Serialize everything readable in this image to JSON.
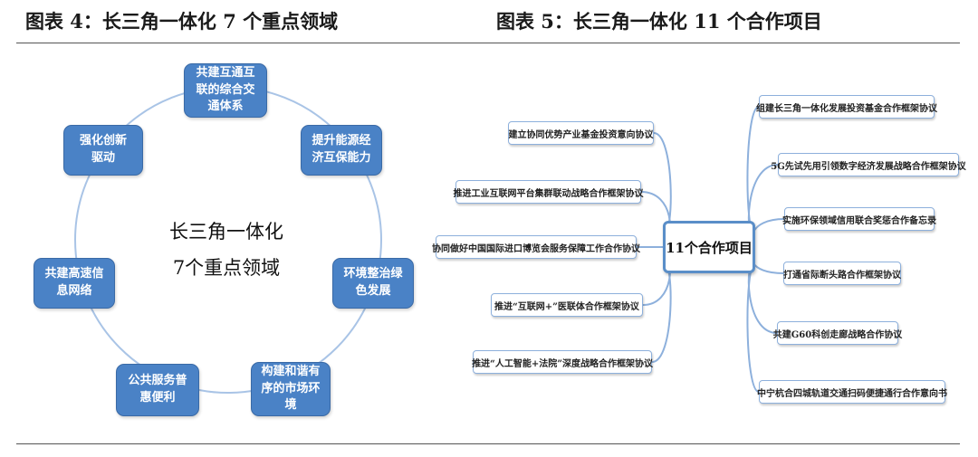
{
  "left_figure": {
    "title": "图表 4：长三角一体化 7 个重点领域",
    "center": [
      "长三角一体化",
      "7个重点领域"
    ],
    "areas": [
      [
        "共建互通互",
        "联的综合交",
        "通体系"
      ],
      [
        "提升能源经",
        "济互保能力"
      ],
      [
        "环境整治绿",
        "色发展"
      ],
      [
        "构建和谐有",
        "序的市场环",
        "境"
      ],
      [
        "公共服务普",
        "惠便利"
      ],
      [
        "共建高速信",
        "息网络"
      ],
      [
        "强化创新",
        "驱动"
      ]
    ]
  },
  "right_figure": {
    "title": "图表 5：长三角一体化 11 个合作项目",
    "hub": "11个合作项目",
    "left_items": [
      "建立协同优势产业基金投资意向协议",
      "推进工业互联网平台集群联动战略合作框架协议",
      "协同做好中国国际进口博览会服务保障工作合作协议",
      "推进“互联网+”医联体合作框架协议",
      "推进“人工智能+法院”深度战略合作框架协议"
    ],
    "right_items": [
      "组建长三角一体化发展投资基金合作框架协议",
      "5G先试先用引领数字经济发展战略合作框架协议",
      "实施环保领域信用联合奖惩合作备忘录",
      "打通省际断头路合作框架协议",
      "共建G60科创走廊战略合作协议",
      "中宁杭合四城轨道交通扫码便捷通行合作意向书"
    ]
  },
  "colors": {
    "node_fill": "#4a82c6",
    "ring": "#a9c4e6",
    "leaf_border": "#8db0dc",
    "hub_border": "#5a8ec8"
  }
}
